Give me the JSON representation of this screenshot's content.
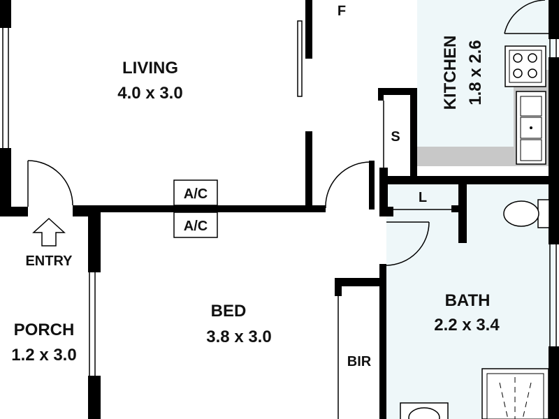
{
  "rooms": {
    "living": {
      "name": "LIVING",
      "dims": "4.0 x 3.0"
    },
    "kitchen": {
      "name": "KITCHEN",
      "dims": "1.8 x 2.6"
    },
    "bed": {
      "name": "BED",
      "dims": "3.8 x 3.0"
    },
    "bath": {
      "name": "BATH",
      "dims": "2.2 x 3.4"
    },
    "porch": {
      "name": "PORCH",
      "dims": "1.2 x 3.0"
    }
  },
  "labels": {
    "entry": "ENTRY",
    "fridge": "F",
    "storage": "S",
    "linen": "L",
    "bir": "BIR",
    "ac_upper": "A/C",
    "ac_lower": "A/C"
  },
  "colors": {
    "wall": "#000000",
    "bath_floor": "#eef7f9",
    "kitchen_bench": "#c8c8c8"
  }
}
